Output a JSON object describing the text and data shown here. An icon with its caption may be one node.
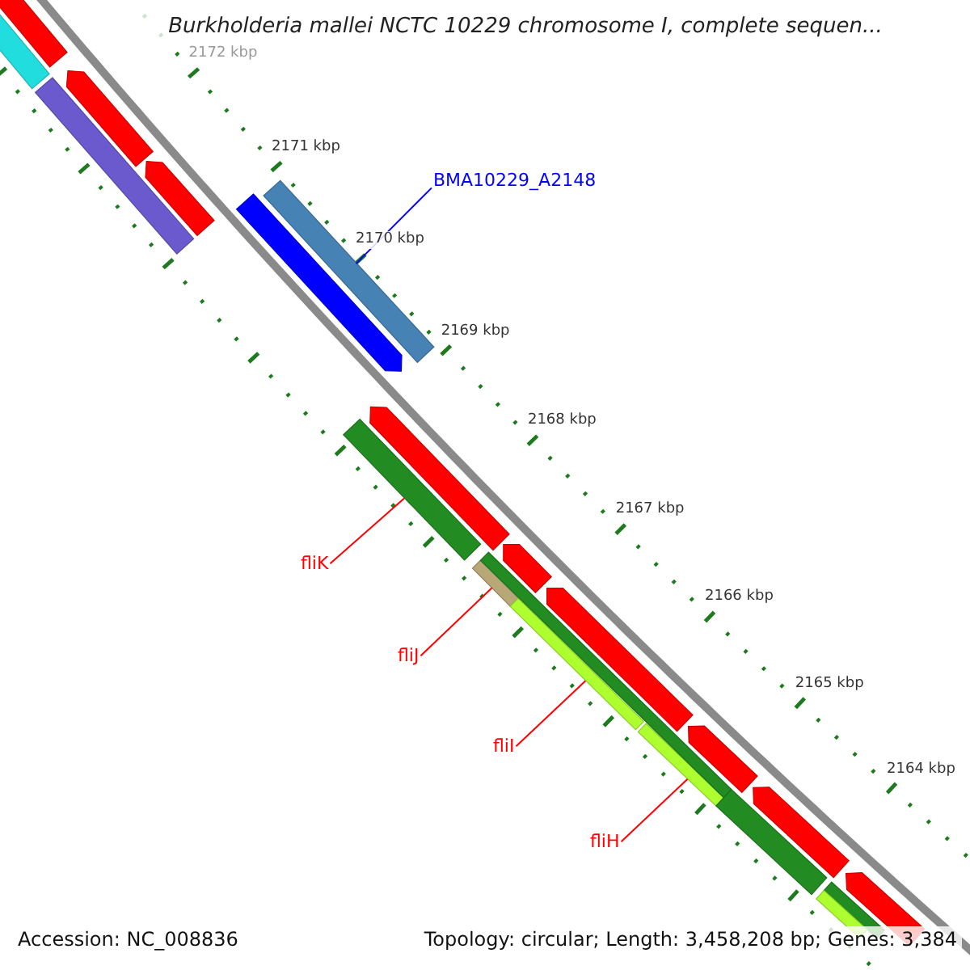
{
  "diagram": {
    "title": "Burkholderia mallei NCTC 10229 chromosome I, complete sequen...",
    "nodes": [
      {
        "text": [
          "BMA10229_A2148"
        ]
      },
      {
        "text": [],
        "shape": "bar"
      },
      {
        "text": [
          "fliK"
        ]
      },
      {
        "text": [],
        "shape": "bar"
      },
      {
        "text": [
          "fliJ"
        ]
      },
      {
        "text": [],
        "shape": "bar"
      },
      {
        "text": [
          "fliI"
        ]
      },
      {
        "text": [],
        "shape": "bar"
      },
      {
        "text": [
          "fliH"
        ]
      },
      {
        "text": [],
        "shape": "bar"
      },
      {
        "text": [],
        "shape": "bar"
      },
      {
        "text": [],
        "shape": "bar"
      },
      {
        "text": [],
        "shape": "bar"
      },
      {
        "text": [],
        "shape": "bar"
      },
      {
        "text": [],
        "shape": "bar"
      },
      {
        "text": [],
        "shape": "bar"
      },
      {
        "text": [],
        "shape": "bar"
      },
      {
        "text": [],
        "shape": "bar"
      },
      {
        "text": [],
        "shape": "bar"
      },
      {
        "text": [],
        "shape": "bar"
      },
      {
        "text": [],
        "shape": "bar"
      },
      {
        "text": [],
        "shape": "bar"
      },
      {
        "text": [],
        "shape": "bar"
      },
      {
        "text": [],
        "shape": "bar"
      },
      {
        "text": [],
        "shape": "bar"
      },
      {
        "text": [],
        "shape": "bar"
      }
    ],
    "edges": [
      {
        "from": 0,
        "to": 1,
        "arrow": "none",
        "color": "#0000ff"
      },
      {
        "from": 2,
        "to": 3,
        "arrow": "none"
      },
      {
        "from": 4,
        "to": 5,
        "arrow": "none"
      },
      {
        "from": 6,
        "to": 7,
        "arrow": "none"
      },
      {
        "from": 8,
        "to": 9,
        "arrow": "none"
      }
    ],
    "labels": [
      "2172 kbp",
      "2171 kbp",
      "2170 kbp",
      "2169 kbp",
      "2168 kbp",
      "2167 kbp",
      "2166 kbp",
      "2165 kbp",
      "2164 kbp",
      "Accession: NC_008836",
      "Topology: circular; Length: 3,458,208 bp; Genes: 3,384"
    ]
  }
}
